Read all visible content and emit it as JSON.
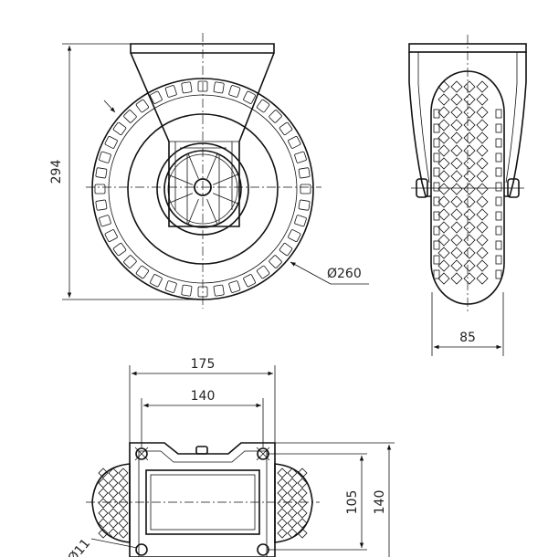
{
  "dimensions": {
    "height_total": "294",
    "wheel_diameter": "Ø260",
    "wheel_width": "85",
    "plate_length_outer": "175",
    "plate_length_holes": "140",
    "plate_width_holes": "105",
    "plate_width_outer": "140",
    "hole_label": "Ø11"
  },
  "colors": {
    "line": "#111111",
    "background": "#ffffff"
  }
}
